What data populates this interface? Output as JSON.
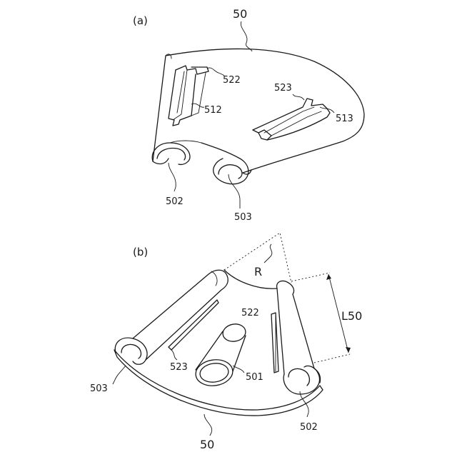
{
  "panel_a": {
    "caption": "(a)",
    "labels": {
      "part": "50",
      "slot_a": "522",
      "slot_b": "512",
      "slot_c": "523",
      "slot_d": "513",
      "tube_left": "502",
      "tube_right": "503"
    }
  },
  "panel_b": {
    "caption": "(b)",
    "labels": {
      "radius": "R",
      "length": "L50",
      "slot_522": "522",
      "slot_523": "523",
      "tube_501": "501",
      "tube_503": "503",
      "tube_502": "502",
      "part": "50"
    }
  }
}
